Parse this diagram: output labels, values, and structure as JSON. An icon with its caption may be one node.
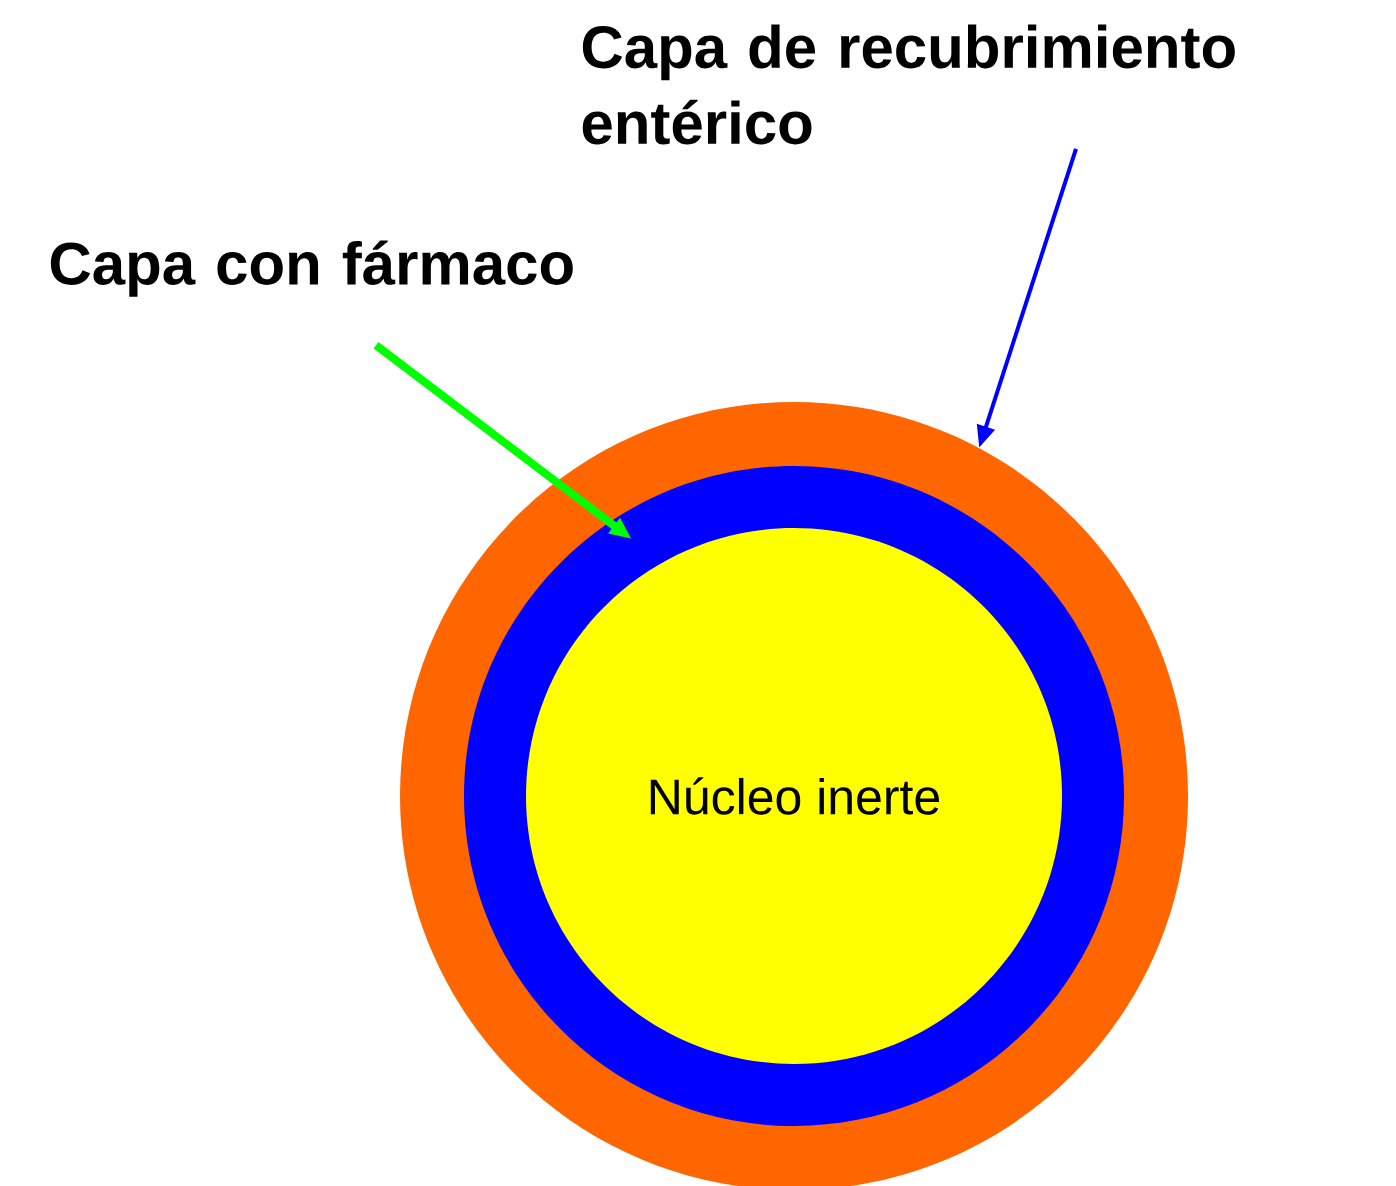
{
  "diagram": {
    "nodes": [
      {
        "text": [
          "Capa de recubrimiento entérico"
        ]
      },
      {
        "text": [
          "Capa con fármaco"
        ]
      },
      {
        "text": [],
        "shape": "circle"
      },
      {
        "text": [],
        "shape": "circle",
        "in": 2
      },
      {
        "text": [
          "Núcleo inerte"
        ],
        "in": 3
      }
    ],
    "edges": [
      {
        "from": 0,
        "to": 2,
        "arrow": "to",
        "color": "#0000ff"
      },
      {
        "from": 1,
        "to": 3,
        "arrow": "to",
        "color": "#00ff00",
        "style": "thick"
      }
    ]
  }
}
